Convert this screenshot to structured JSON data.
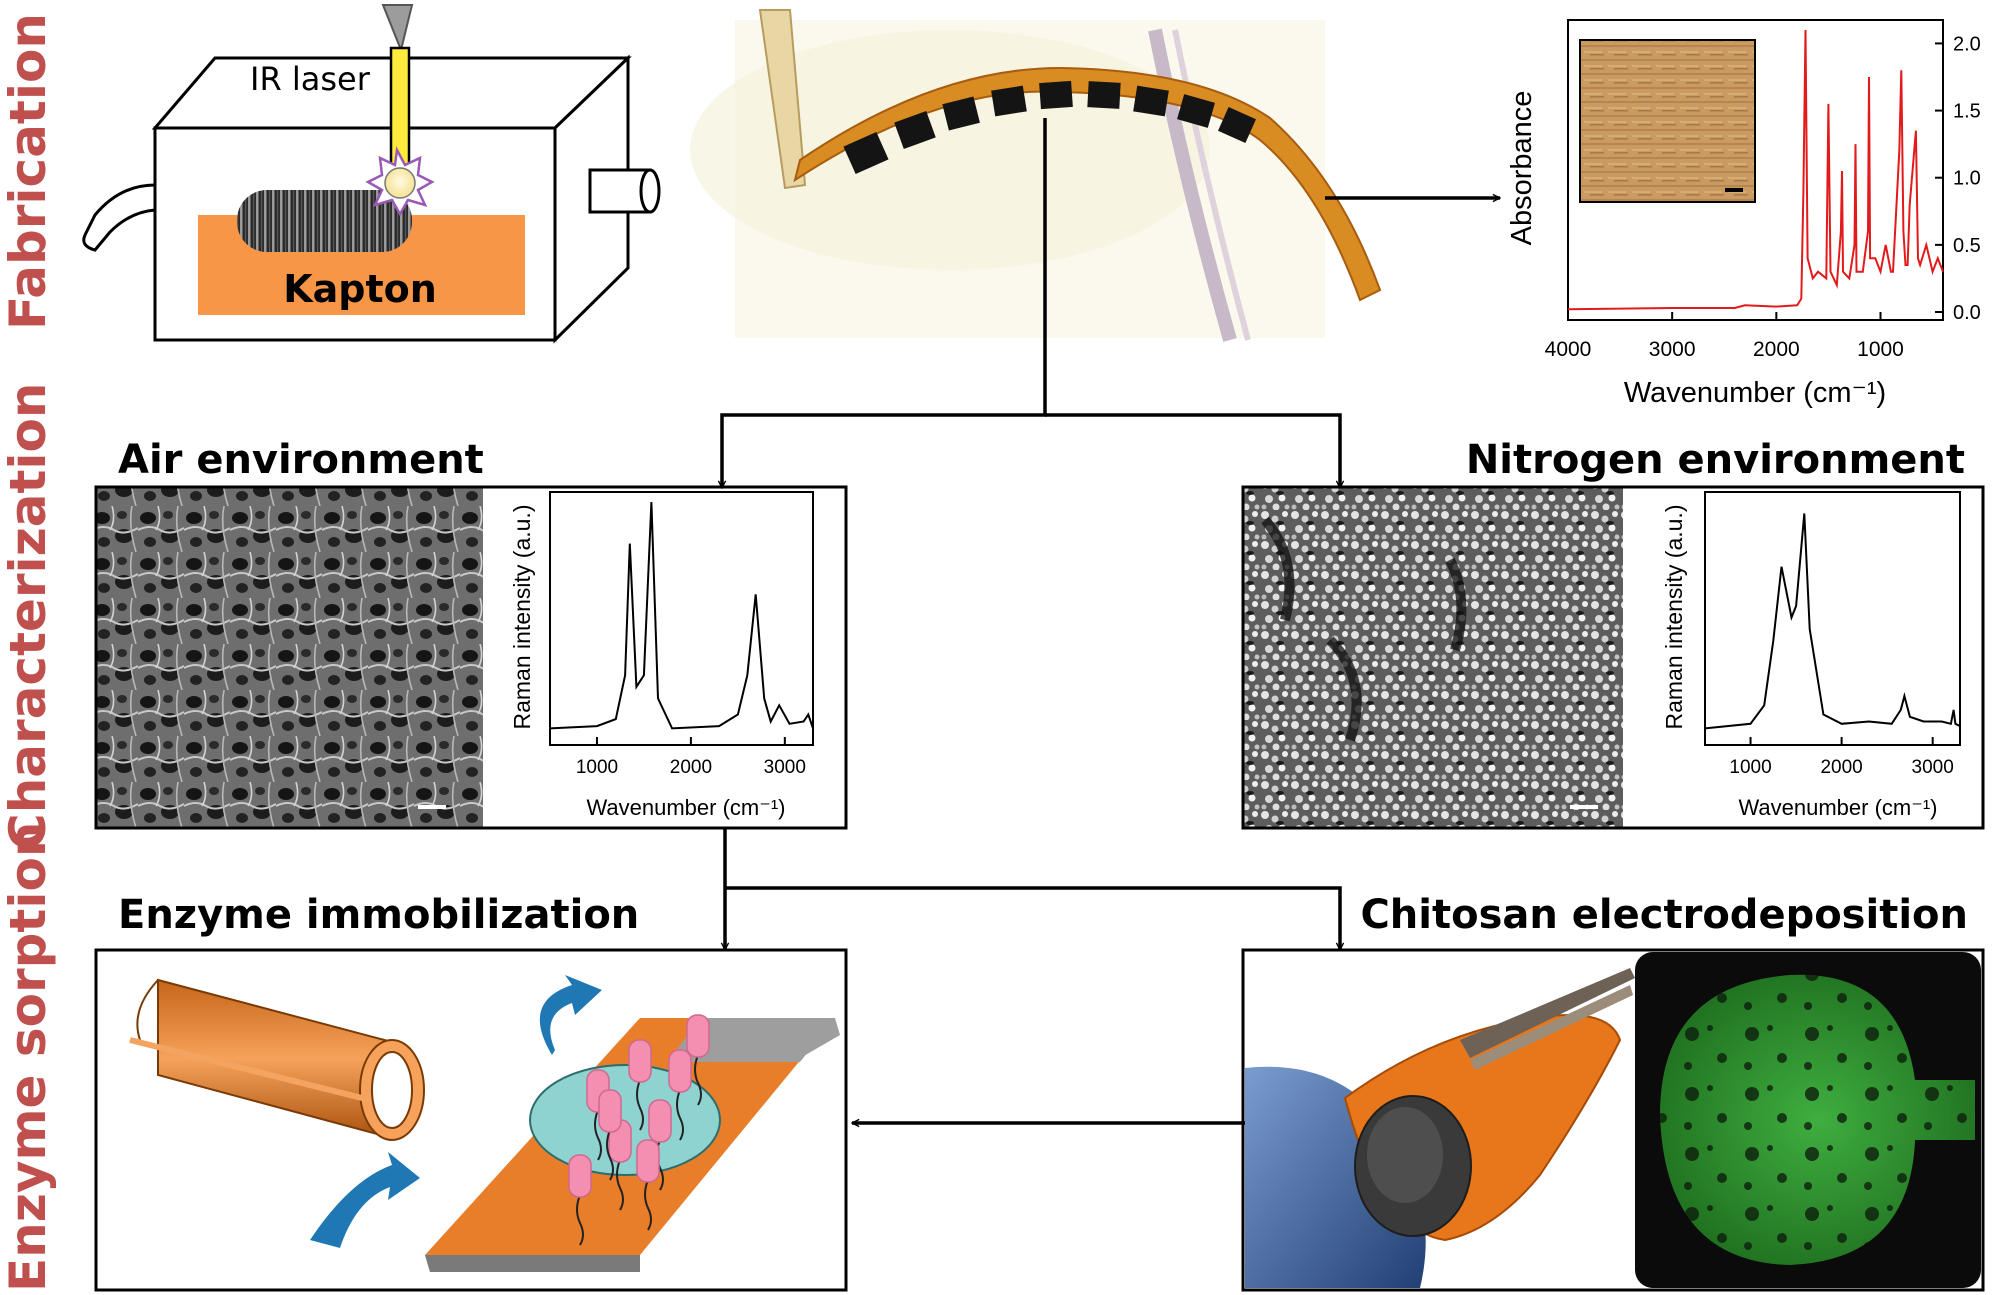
{
  "sections": {
    "fabrication": "Fabrication",
    "characterization": "Characterization",
    "enzyme_sorption": "Enzyme sorption"
  },
  "laser_box": {
    "laser_label": "IR laser",
    "substrate_label": "Kapton"
  },
  "ftir": {
    "xlabel": "Wavenumber (cm⁻¹)",
    "ylabel": "Absorbance",
    "x_ticks": [
      "4000",
      "3000",
      "2000",
      "1000"
    ],
    "y_ticks": [
      "2.0",
      "1.5",
      "1.0",
      "0.5",
      "0.0"
    ]
  },
  "air_panel": {
    "title": "Air environment",
    "xlabel": "Wavenumber (cm⁻¹)",
    "ylabel": "Raman intensity (a.u.)",
    "x_ticks": [
      "1000",
      "2000",
      "3000"
    ]
  },
  "nitrogen_panel": {
    "title": "Nitrogen environment",
    "xlabel": "Wavenumber (cm⁻¹)",
    "ylabel": "Raman intensity (a.u.)",
    "x_ticks": [
      "1000",
      "2000",
      "3000"
    ]
  },
  "enzyme_panel": {
    "title": "Enzyme immobilization"
  },
  "chitosan_panel": {
    "title": "Chitosan electrodeposition"
  },
  "colors": {
    "section_label": "#c0504d",
    "kapton_orange": "#f79646",
    "ftir_line": "#e31a1c",
    "enzyme_pink": "#f48fb1",
    "arrow_blue": "#1f78b4",
    "fluorescence_green": "#2e8b2e"
  },
  "chart_data": [
    {
      "type": "line",
      "xlabel": "Wavenumber (cm⁻¹)",
      "ylabel": "Absorbance",
      "xlim": [
        4000,
        400
      ],
      "ylim": [
        0,
        2.1
      ],
      "x": [
        4000,
        3000,
        2400,
        2300,
        2000,
        1800,
        1760,
        1740,
        1720,
        1700,
        1650,
        1600,
        1520,
        1500,
        1480,
        1420,
        1380,
        1370,
        1360,
        1300,
        1250,
        1240,
        1230,
        1170,
        1120,
        1110,
        1100,
        1050,
        1000,
        950,
        900,
        880,
        820,
        800,
        780,
        760,
        740,
        720,
        660,
        640,
        620,
        560,
        500,
        450,
        400
      ],
      "y": [
        0.02,
        0.03,
        0.03,
        0.05,
        0.04,
        0.05,
        0.1,
        0.9,
        2.1,
        0.4,
        0.25,
        0.3,
        0.25,
        1.55,
        0.3,
        0.2,
        0.6,
        1.05,
        0.3,
        0.25,
        0.5,
        1.25,
        0.3,
        0.3,
        0.6,
        1.75,
        0.4,
        0.4,
        0.3,
        0.5,
        0.3,
        0.3,
        1.2,
        1.8,
        0.6,
        0.35,
        0.35,
        0.8,
        1.35,
        0.4,
        0.35,
        0.5,
        0.3,
        0.4,
        0.3
      ]
    },
    {
      "type": "line",
      "xlabel": "Wavenumber (cm⁻¹)",
      "ylabel": "Raman intensity (a.u.)",
      "xlim": [
        500,
        3300
      ],
      "x": [
        500,
        1000,
        1200,
        1300,
        1350,
        1420,
        1500,
        1580,
        1650,
        1800,
        2300,
        2500,
        2600,
        2690,
        2780,
        2850,
        2940,
        3050,
        3200,
        3250,
        3300
      ],
      "y": [
        0.02,
        0.03,
        0.06,
        0.25,
        0.82,
        0.2,
        0.25,
        1.0,
        0.15,
        0.02,
        0.03,
        0.08,
        0.25,
        0.6,
        0.15,
        0.05,
        0.12,
        0.04,
        0.05,
        0.08,
        0.02
      ]
    },
    {
      "type": "line",
      "xlabel": "Wavenumber (cm⁻¹)",
      "ylabel": "Raman intensity (a.u.)",
      "xlim": [
        500,
        3300
      ],
      "x": [
        500,
        1000,
        1150,
        1250,
        1340,
        1450,
        1500,
        1590,
        1650,
        1800,
        2000,
        2300,
        2550,
        2650,
        2690,
        2750,
        2900,
        3100,
        3200,
        3230,
        3250,
        3300
      ],
      "y": [
        0.02,
        0.04,
        0.12,
        0.4,
        0.72,
        0.5,
        0.55,
        0.95,
        0.45,
        0.08,
        0.04,
        0.05,
        0.04,
        0.1,
        0.16,
        0.07,
        0.05,
        0.05,
        0.04,
        0.1,
        0.04,
        0.03
      ]
    }
  ]
}
